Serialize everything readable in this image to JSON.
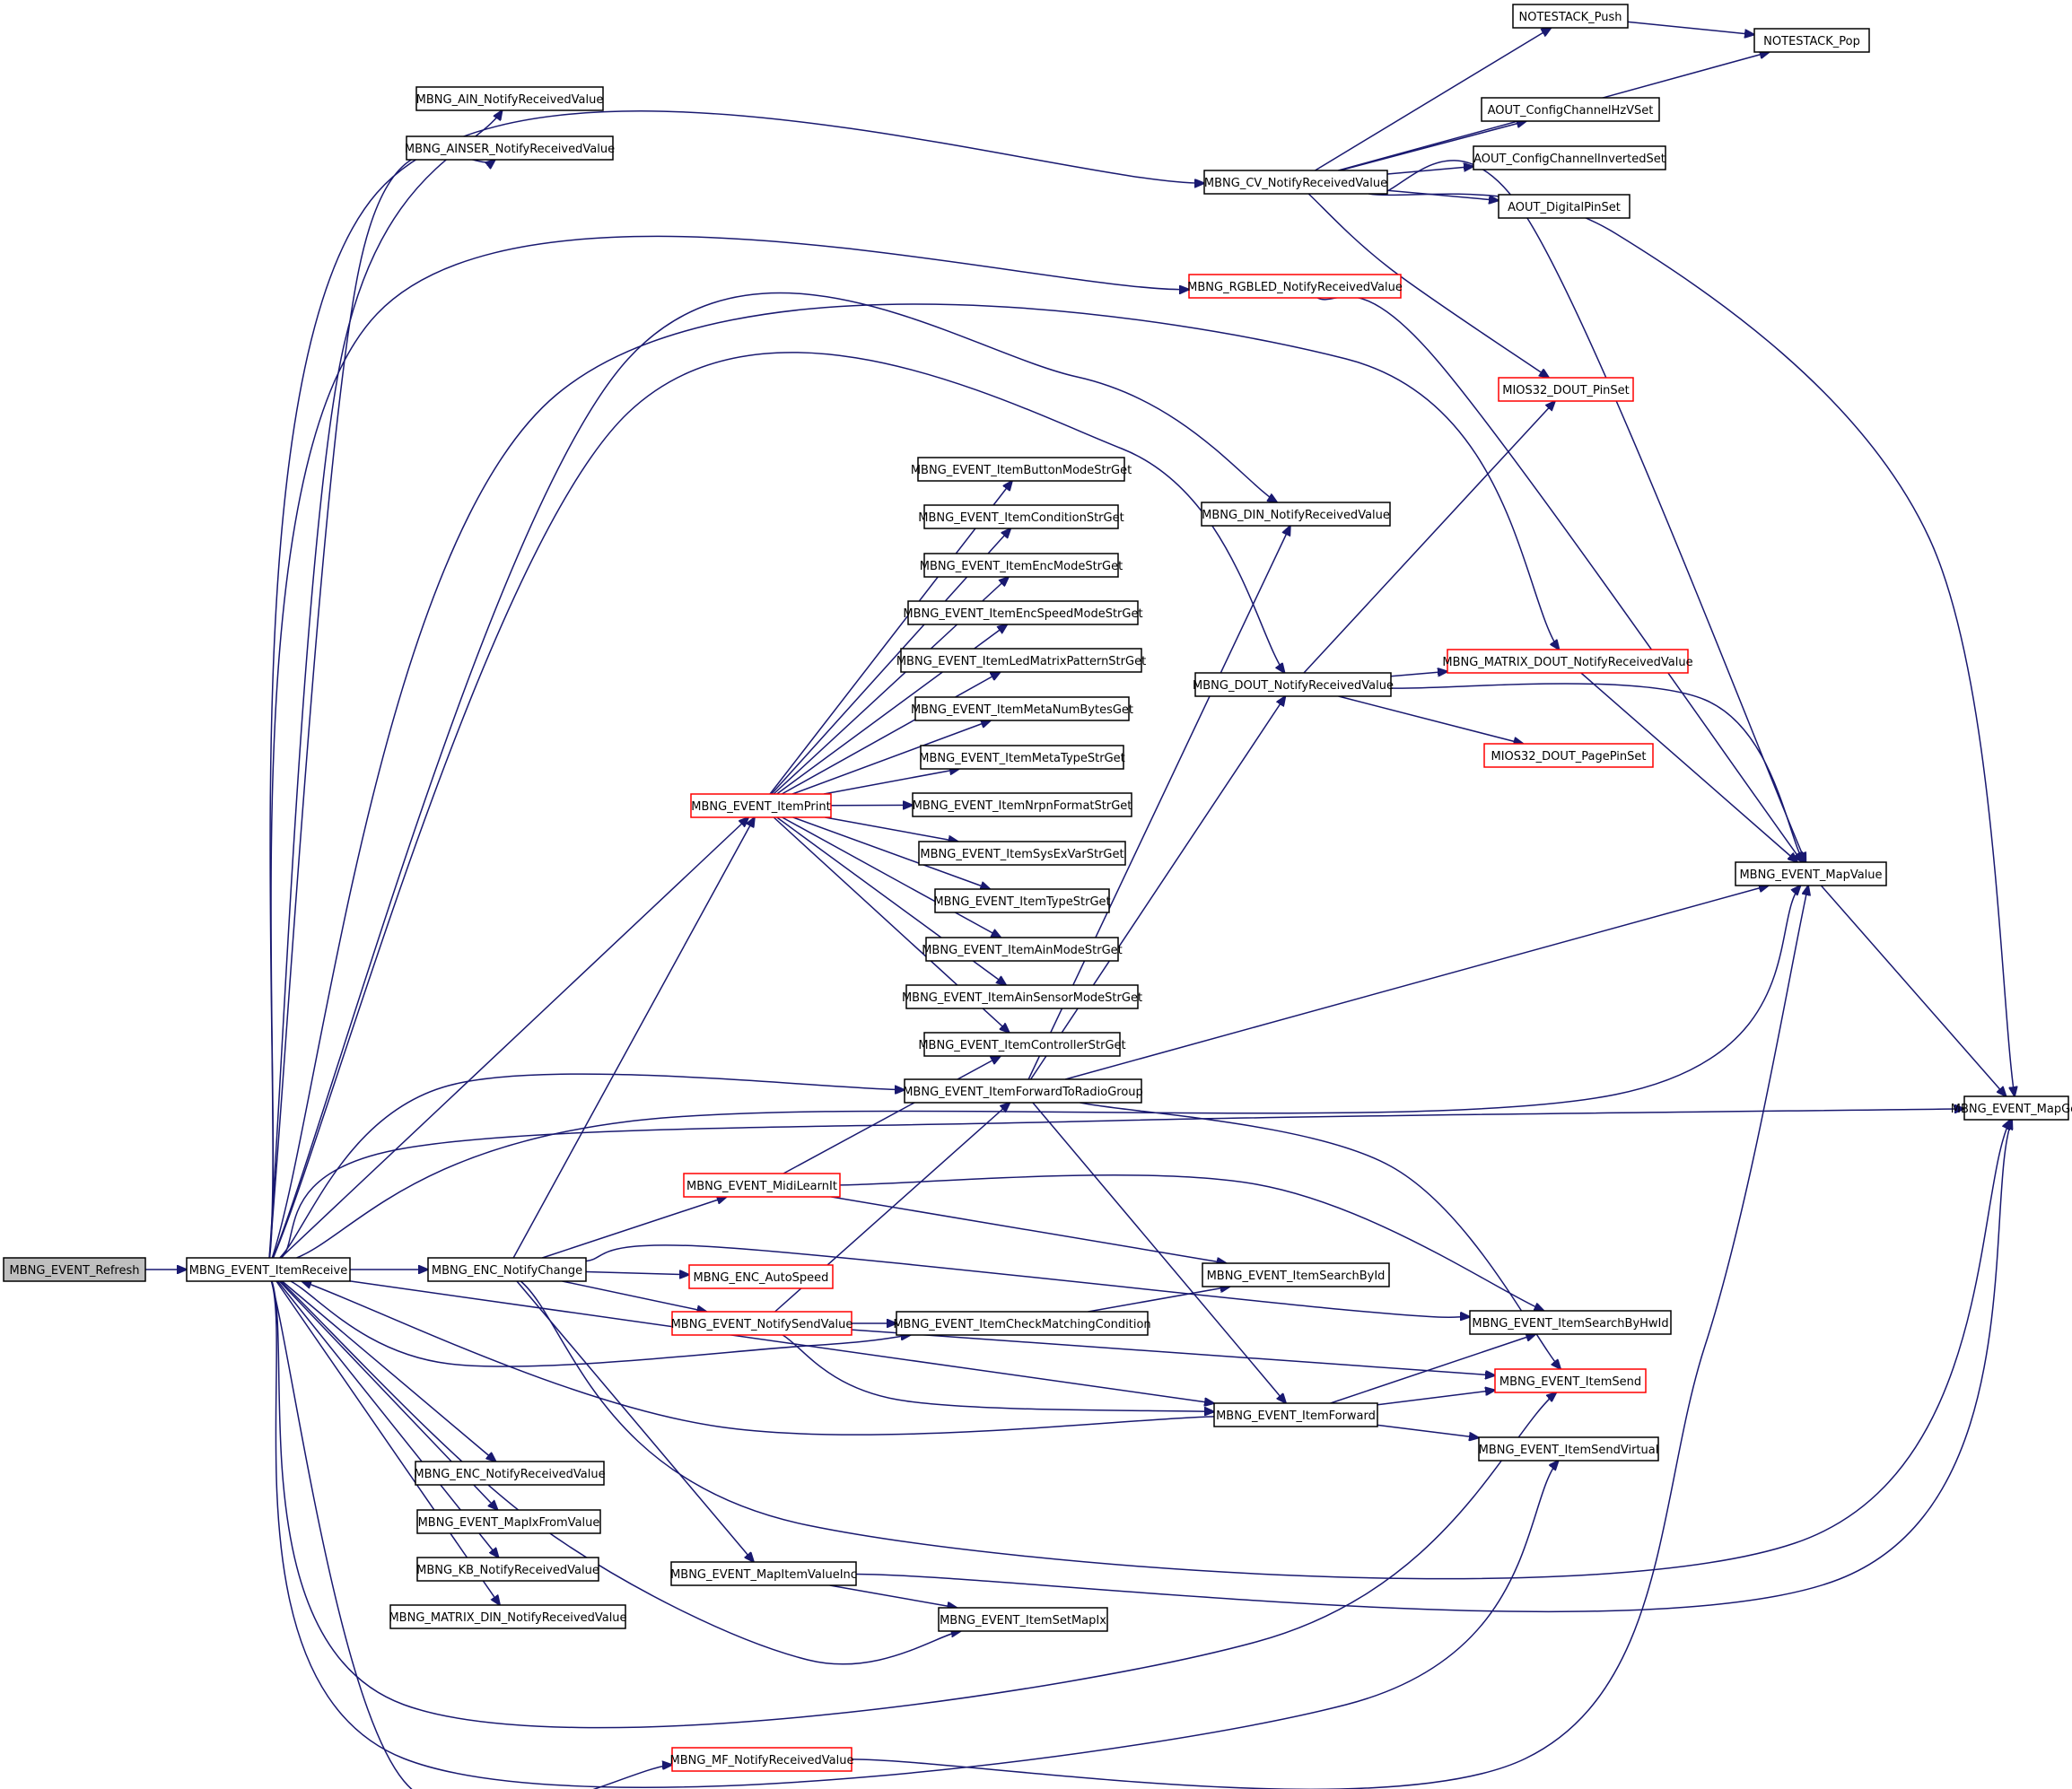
{
  "graph": {
    "type": "call-graph",
    "edge_color": "#191970",
    "highlight_border_color": "#ff0000",
    "root_fill": "#bfbfbf",
    "nodes": [
      {
        "id": "refresh",
        "label": "MBNG_EVENT_Refresh",
        "root": true
      },
      {
        "id": "itemReceive",
        "label": "MBNG_EVENT_ItemReceive"
      },
      {
        "id": "ainNotify",
        "label": "MBNG_AIN_NotifyReceivedValue"
      },
      {
        "id": "ainserNotify",
        "label": "MBNG_AINSER_NotifyReceivedValue"
      },
      {
        "id": "cvNotify",
        "label": "MBNG_CV_NotifyReceivedValue"
      },
      {
        "id": "nsPush",
        "label": "NOTESTACK_Push"
      },
      {
        "id": "nsPop",
        "label": "NOTESTACK_Pop"
      },
      {
        "id": "aoutHzV",
        "label": "AOUT_ConfigChannelHzVSet"
      },
      {
        "id": "aoutInv",
        "label": "AOUT_ConfigChannelInvertedSet"
      },
      {
        "id": "aoutDig",
        "label": "AOUT_DigitalPinSet"
      },
      {
        "id": "rgbled",
        "label": "MBNG_RGBLED_NotifyReceivedValue",
        "red": true
      },
      {
        "id": "doutPinSet",
        "label": "MIOS32_DOUT_PinSet",
        "red": true
      },
      {
        "id": "dinNotify",
        "label": "MBNG_DIN_NotifyReceivedValue"
      },
      {
        "id": "doutNotify",
        "label": "MBNG_DOUT_NotifyReceivedValue"
      },
      {
        "id": "matrixDout",
        "label": "MBNG_MATRIX_DOUT_NotifyReceivedValue",
        "red": true
      },
      {
        "id": "doutPagePin",
        "label": "MIOS32_DOUT_PagePinSet",
        "red": true
      },
      {
        "id": "mapValue",
        "label": "MBNG_EVENT_MapValue"
      },
      {
        "id": "mapGet",
        "label": "MBNG_EVENT_MapGet"
      },
      {
        "id": "itemPrint",
        "label": "MBNG_EVENT_ItemPrint",
        "red": true
      },
      {
        "id": "s_btn",
        "label": "MBNG_EVENT_ItemButtonModeStrGet"
      },
      {
        "id": "s_cond",
        "label": "MBNG_EVENT_ItemConditionStrGet"
      },
      {
        "id": "s_enc",
        "label": "MBNG_EVENT_ItemEncModeStrGet"
      },
      {
        "id": "s_encspd",
        "label": "MBNG_EVENT_ItemEncSpeedModeStrGet"
      },
      {
        "id": "s_led",
        "label": "MBNG_EVENT_ItemLedMatrixPatternStrGet"
      },
      {
        "id": "s_metanum",
        "label": "MBNG_EVENT_ItemMetaNumBytesGet"
      },
      {
        "id": "s_metatype",
        "label": "MBNG_EVENT_ItemMetaTypeStrGet"
      },
      {
        "id": "s_nrpn",
        "label": "MBNG_EVENT_ItemNrpnFormatStrGet"
      },
      {
        "id": "s_sysex",
        "label": "MBNG_EVENT_ItemSysExVarStrGet"
      },
      {
        "id": "s_type",
        "label": "MBNG_EVENT_ItemTypeStrGet"
      },
      {
        "id": "s_ain",
        "label": "MBNG_EVENT_ItemAinModeStrGet"
      },
      {
        "id": "s_ainsensor",
        "label": "MBNG_EVENT_ItemAinSensorModeStrGet"
      },
      {
        "id": "s_ctrl",
        "label": "MBNG_EVENT_ItemControllerStrGet"
      },
      {
        "id": "fwdRadio",
        "label": "MBNG_EVENT_ItemForwardToRadioGroup"
      },
      {
        "id": "midiLearn",
        "label": "MBNG_EVENT_MidiLearnIt",
        "red": true
      },
      {
        "id": "encNotifyChange",
        "label": "MBNG_ENC_NotifyChange"
      },
      {
        "id": "encAutoSpeed",
        "label": "MBNG_ENC_AutoSpeed",
        "red": true
      },
      {
        "id": "searchById",
        "label": "MBNG_EVENT_ItemSearchById"
      },
      {
        "id": "notifySend",
        "label": "MBNG_EVENT_NotifySendValue",
        "red": true
      },
      {
        "id": "checkMatch",
        "label": "MBNG_EVENT_ItemCheckMatchingCondition"
      },
      {
        "id": "searchByHwId",
        "label": "MBNG_EVENT_ItemSearchByHwId"
      },
      {
        "id": "itemSend",
        "label": "MBNG_EVENT_ItemSend",
        "red": true
      },
      {
        "id": "itemForward",
        "label": "MBNG_EVENT_ItemForward"
      },
      {
        "id": "sendVirtual",
        "label": "MBNG_EVENT_ItemSendVirtual"
      },
      {
        "id": "encNotifyRecv",
        "label": "MBNG_ENC_NotifyReceivedValue"
      },
      {
        "id": "mapIx",
        "label": "MBNG_EVENT_MapIxFromValue"
      },
      {
        "id": "kbNotify",
        "label": "MBNG_KB_NotifyReceivedValue"
      },
      {
        "id": "matrixDin",
        "label": "MBNG_MATRIX_DIN_NotifyReceivedValue"
      },
      {
        "id": "mapItemInc",
        "label": "MBNG_EVENT_MapItemValueInc"
      },
      {
        "id": "setMapIx",
        "label": "MBNG_EVENT_ItemSetMapIx"
      },
      {
        "id": "mfNotify",
        "label": "MBNG_MF_NotifyReceivedValue",
        "red": true
      }
    ],
    "edges": [
      [
        "refresh",
        "itemReceive"
      ],
      [
        "itemReceive",
        "ainNotify"
      ],
      [
        "itemReceive",
        "ainserNotify"
      ],
      [
        "itemReceive",
        "cvNotify"
      ],
      [
        "itemReceive",
        "rgbled"
      ],
      [
        "itemReceive",
        "dinNotify"
      ],
      [
        "itemReceive",
        "doutNotify"
      ],
      [
        "itemReceive",
        "matrixDout"
      ],
      [
        "itemReceive",
        "mapValue"
      ],
      [
        "itemReceive",
        "mapGet"
      ],
      [
        "itemReceive",
        "itemPrint"
      ],
      [
        "itemReceive",
        "fwdRadio"
      ],
      [
        "itemReceive",
        "encNotifyChange"
      ],
      [
        "itemReceive",
        "checkMatch"
      ],
      [
        "itemReceive",
        "itemForward"
      ],
      [
        "itemReceive",
        "itemSend"
      ],
      [
        "itemReceive",
        "sendVirtual"
      ],
      [
        "itemReceive",
        "encNotifyRecv"
      ],
      [
        "itemReceive",
        "mapIx"
      ],
      [
        "itemReceive",
        "kbNotify"
      ],
      [
        "itemReceive",
        "matrixDin"
      ],
      [
        "itemReceive",
        "setMapIx"
      ],
      [
        "itemReceive",
        "mfNotify"
      ],
      [
        "cvNotify",
        "nsPush"
      ],
      [
        "cvNotify",
        "nsPop"
      ],
      [
        "nsPush",
        "nsPop"
      ],
      [
        "cvNotify",
        "aoutHzV"
      ],
      [
        "cvNotify",
        "aoutInv"
      ],
      [
        "cvNotify",
        "aoutDig"
      ],
      [
        "cvNotify",
        "doutPinSet"
      ],
      [
        "cvNotify",
        "mapValue"
      ],
      [
        "cvNotify",
        "mapGet"
      ],
      [
        "rgbled",
        "mapValue"
      ],
      [
        "doutNotify",
        "doutPinSet"
      ],
      [
        "doutNotify",
        "matrixDout"
      ],
      [
        "doutNotify",
        "doutPagePin"
      ],
      [
        "doutNotify",
        "mapValue"
      ],
      [
        "matrixDout",
        "mapValue"
      ],
      [
        "mapValue",
        "mapGet"
      ],
      [
        "itemPrint",
        "s_btn"
      ],
      [
        "itemPrint",
        "s_cond"
      ],
      [
        "itemPrint",
        "s_enc"
      ],
      [
        "itemPrint",
        "s_encspd"
      ],
      [
        "itemPrint",
        "s_led"
      ],
      [
        "itemPrint",
        "s_metanum"
      ],
      [
        "itemPrint",
        "s_metatype"
      ],
      [
        "itemPrint",
        "s_nrpn"
      ],
      [
        "itemPrint",
        "s_sysex"
      ],
      [
        "itemPrint",
        "s_type"
      ],
      [
        "itemPrint",
        "s_ain"
      ],
      [
        "itemPrint",
        "s_ainsensor"
      ],
      [
        "itemPrint",
        "s_ctrl"
      ],
      [
        "fwdRadio",
        "dinNotify"
      ],
      [
        "fwdRadio",
        "doutNotify"
      ],
      [
        "fwdRadio",
        "mapValue"
      ],
      [
        "fwdRadio",
        "itemSend"
      ],
      [
        "fwdRadio",
        "itemForward"
      ],
      [
        "midiLearn",
        "s_ctrl"
      ],
      [
        "midiLearn",
        "searchById"
      ],
      [
        "midiLearn",
        "searchByHwId"
      ],
      [
        "encNotifyChange",
        "itemPrint"
      ],
      [
        "encNotifyChange",
        "midiLearn"
      ],
      [
        "encNotifyChange",
        "encAutoSpeed"
      ],
      [
        "encNotifyChange",
        "notifySend"
      ],
      [
        "encNotifyChange",
        "searchByHwId"
      ],
      [
        "encNotifyChange",
        "mapGet"
      ],
      [
        "encNotifyChange",
        "mapItemInc"
      ],
      [
        "notifySend",
        "fwdRadio"
      ],
      [
        "notifySend",
        "checkMatch"
      ],
      [
        "notifySend",
        "itemSend"
      ],
      [
        "notifySend",
        "itemForward"
      ],
      [
        "checkMatch",
        "searchById"
      ],
      [
        "itemForward",
        "itemReceive"
      ],
      [
        "itemForward",
        "searchByHwId"
      ],
      [
        "itemForward",
        "itemSend"
      ],
      [
        "itemForward",
        "sendVirtual"
      ],
      [
        "mapItemInc",
        "setMapIx"
      ],
      [
        "mapItemInc",
        "mapGet"
      ],
      [
        "mfNotify",
        "mapValue"
      ]
    ]
  }
}
